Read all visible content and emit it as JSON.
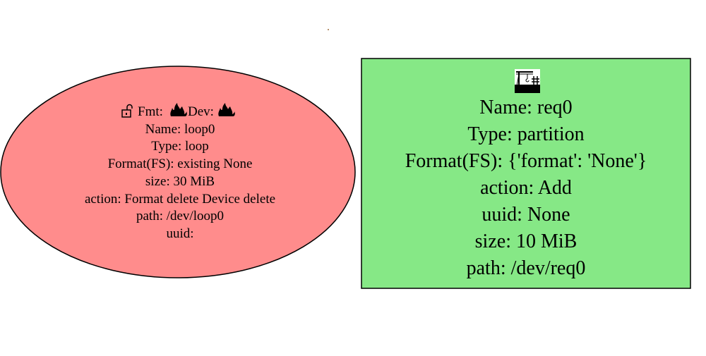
{
  "nodes": [
    {
      "id": "loop0",
      "shape": "ellipse",
      "fill": "#ff8c8c",
      "stroke": "#000000",
      "header": {
        "fmt_label": "Fmt:",
        "dev_label": "Dev:",
        "icons": [
          "unlocked-lock-icon",
          "fire-icon",
          "fire-icon"
        ]
      },
      "lines": [
        "Name: loop0",
        "Type: loop",
        "Format(FS): existing None",
        "size: 30 MiB",
        "action: Format delete Device delete",
        "path: /dev/loop0",
        "uuid:"
      ]
    },
    {
      "id": "req0",
      "shape": "box",
      "fill": "#86e886",
      "stroke": "#000000",
      "header": {
        "icons": [
          "construction-crane-icon"
        ]
      },
      "lines": [
        "Name: req0",
        "Type: partition",
        "Format(FS): {'format': 'None'}",
        "action: Add",
        "uuid: None",
        "size: 10 MiB",
        "path: /dev/req0"
      ]
    }
  ]
}
